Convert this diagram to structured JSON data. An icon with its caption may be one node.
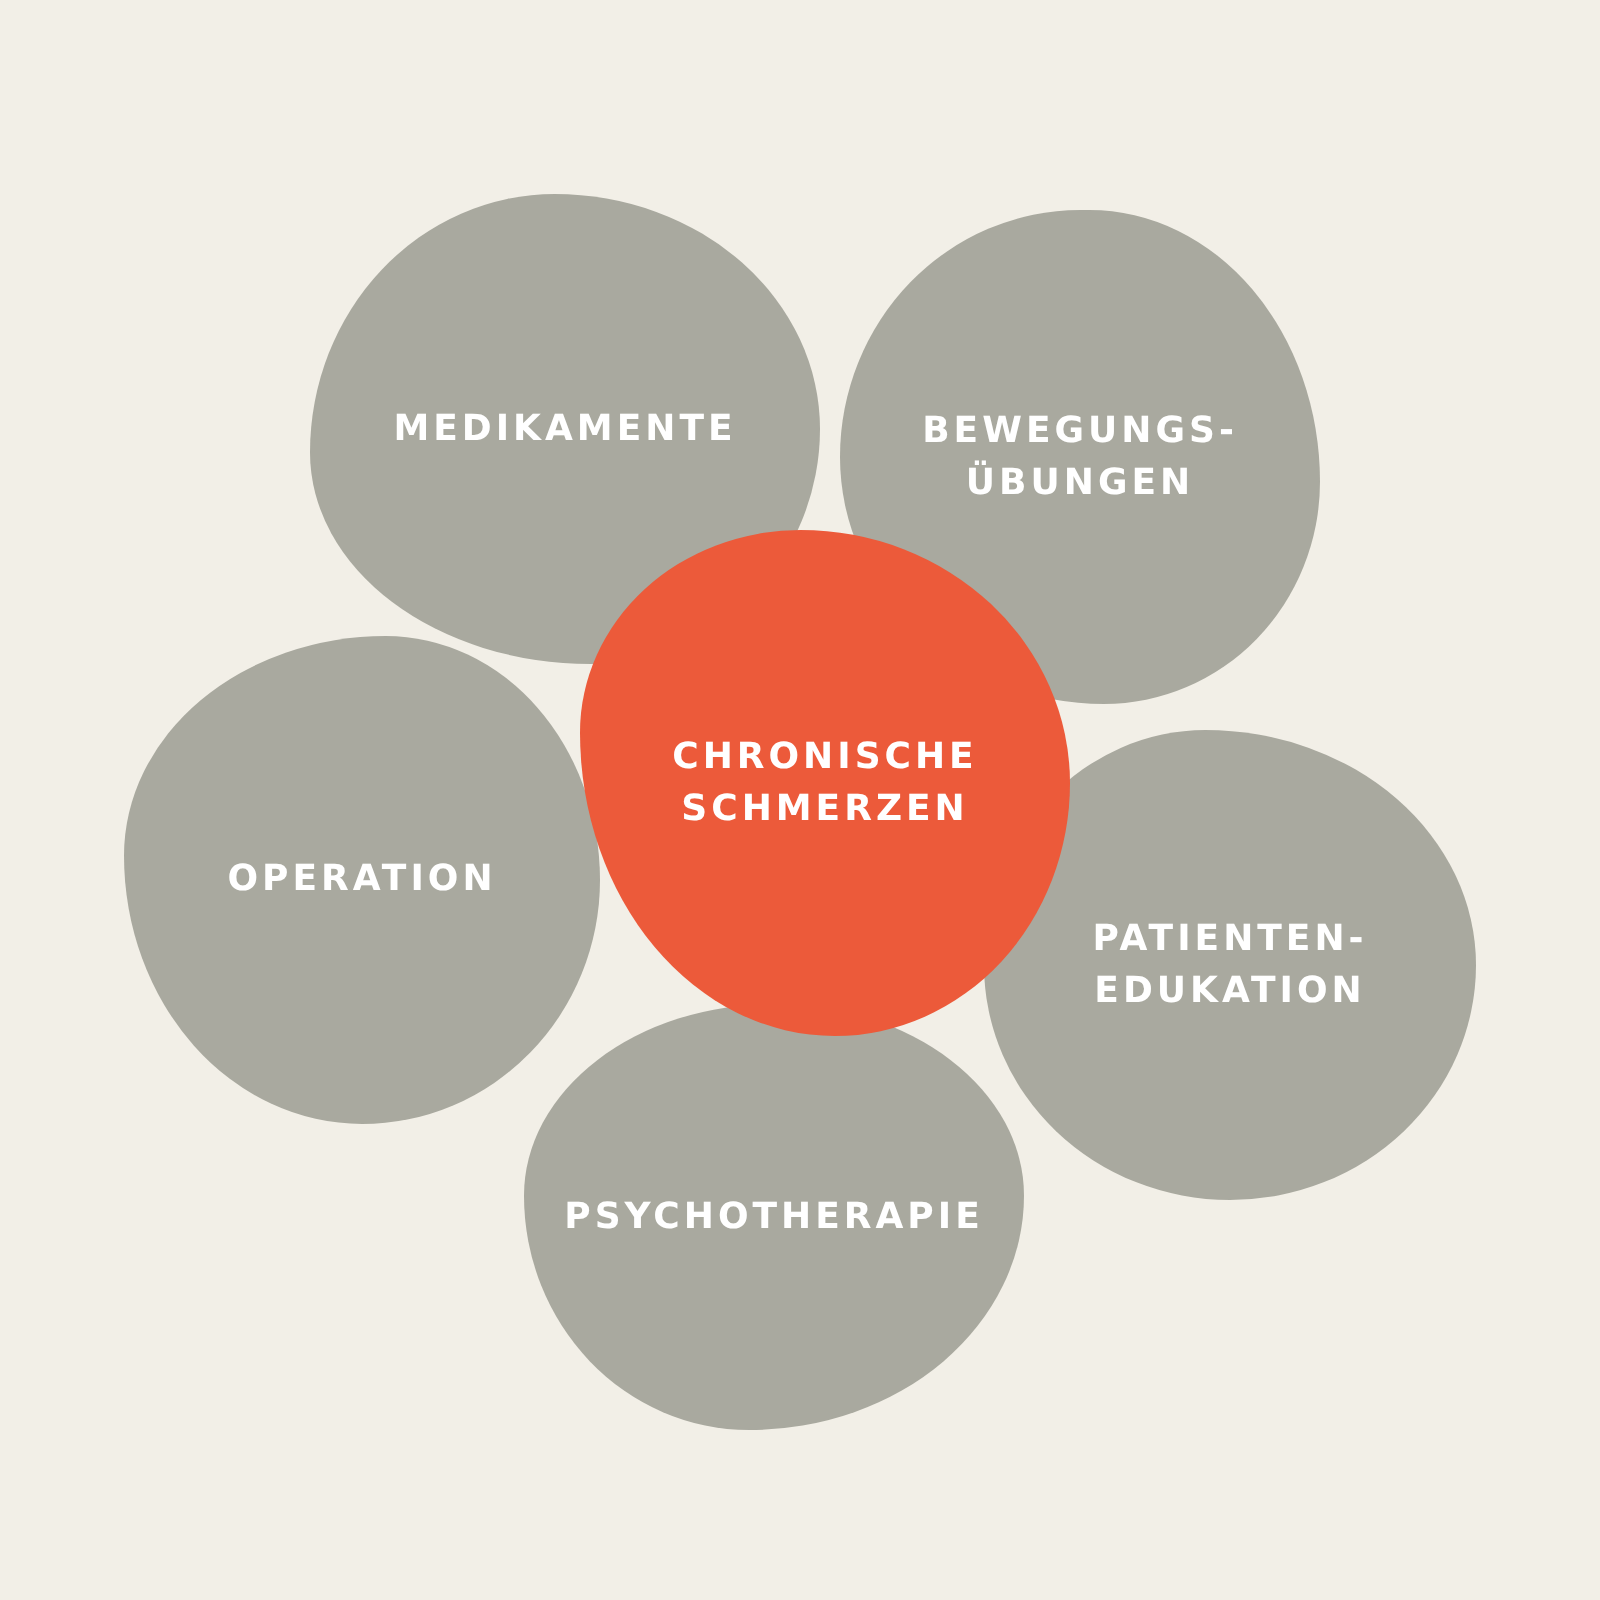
{
  "diagram": {
    "nodes": [
      {
        "text": [
          "MEDIKAMENTE"
        ]
      },
      {
        "text": [
          "BEWEGUNGS- ÜBUNGEN"
        ]
      },
      {
        "text": [
          "CHRONISCHE SCHMERZEN"
        ]
      },
      {
        "text": [
          "OPERATION"
        ]
      },
      {
        "text": [
          "PATIENTEN- EDUKATION"
        ]
      },
      {
        "text": [
          "PSYCHOTHERAPIE"
        ]
      }
    ]
  }
}
